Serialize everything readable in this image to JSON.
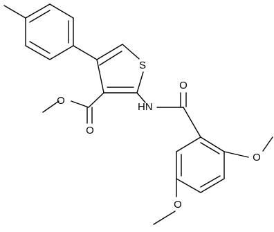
{
  "molecule": {
    "atoms": {
      "sulfur": "S",
      "ester_carbonyl_oxygen": "O",
      "ester_ether_oxygen": "O",
      "amide_nitrogen": "HN",
      "amide_oxygen": "O",
      "methoxy_oxygen_upper": "O",
      "methoxy_oxygen_lower": "O"
    }
  }
}
